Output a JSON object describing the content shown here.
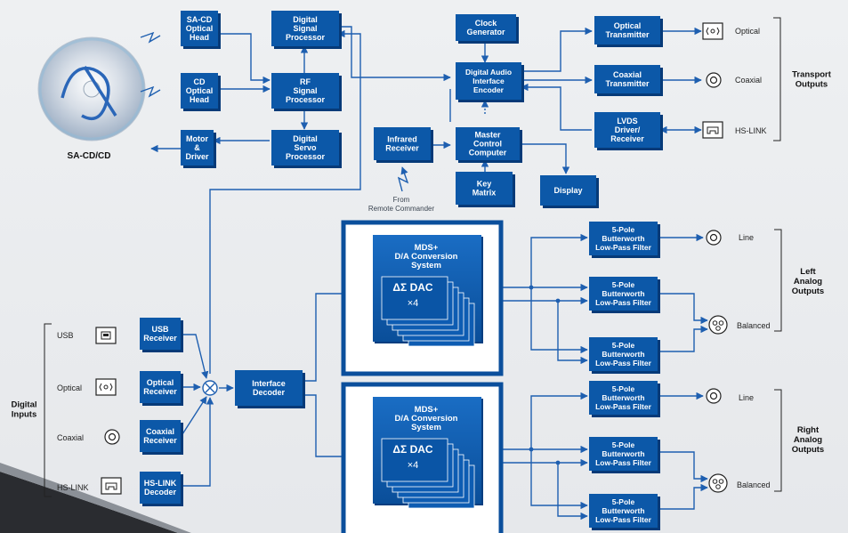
{
  "blocks": {
    "sacd_head": [
      "SA-CD",
      "Optical",
      "Head"
    ],
    "cd_head": [
      "CD",
      "Optical",
      "Head"
    ],
    "dsp": [
      "Digital",
      "Signal",
      "Processor"
    ],
    "rf": [
      "RF",
      "Signal",
      "Processor"
    ],
    "servo": [
      "Digital",
      "Servo",
      "Processor"
    ],
    "motor": [
      "Motor",
      "&",
      "Driver"
    ],
    "clock": [
      "Clock",
      "Generator"
    ],
    "daie": [
      "Digital Audio",
      "Interface",
      "Encoder"
    ],
    "mcc": [
      "Master",
      "Control",
      "Computer"
    ],
    "infrared": [
      "Infrared",
      "Receiver"
    ],
    "key": [
      "Key",
      "Matrix"
    ],
    "display": [
      "Display"
    ],
    "opt_tx": [
      "Optical",
      "Transmitter"
    ],
    "coax_tx": [
      "Coaxial",
      "Transmitter"
    ],
    "lvds": [
      "LVDS",
      "Driver/",
      "Receiver"
    ],
    "usb_rx": [
      "USB",
      "Receiver"
    ],
    "opt_rx": [
      "Optical",
      "Receiver"
    ],
    "coax_rx": [
      "Coaxial",
      "Receiver"
    ],
    "hslink_dec": [
      "HS-LINK",
      "Decoder"
    ],
    "iface_dec": [
      "Interface",
      "Decoder"
    ],
    "filter": [
      "5-Pole",
      "Butterworth",
      "Low-Pass Filter"
    ]
  },
  "disc_label": "SA-CD/CD",
  "remote_label": [
    "From",
    "Remote Commander"
  ],
  "mds": {
    "title": [
      "MDS+",
      "D/A Conversion",
      "System"
    ],
    "dac": "ΔΣ DAC",
    "mult": "×4"
  },
  "transport": {
    "ports": [
      "Optical",
      "Coaxial",
      "HS-LINK"
    ],
    "group": [
      "Transport",
      "Outputs"
    ]
  },
  "digital_inputs": {
    "ports": [
      "USB",
      "Optical",
      "Coaxial",
      "HS-LINK"
    ],
    "group": [
      "Digital",
      "Inputs"
    ]
  },
  "left_out": {
    "line": "Line",
    "balanced": "Balanced",
    "group": [
      "Left",
      "Analog",
      "Outputs"
    ]
  },
  "right_out": {
    "line": "Line",
    "balanced": "Balanced",
    "group": [
      "Right",
      "Analog",
      "Outputs"
    ]
  },
  "colors": {
    "block": "#0c58a8",
    "block_shadow": "#063a78",
    "wire": "#1e5fb0",
    "panel_border": "#0b4f9c"
  }
}
